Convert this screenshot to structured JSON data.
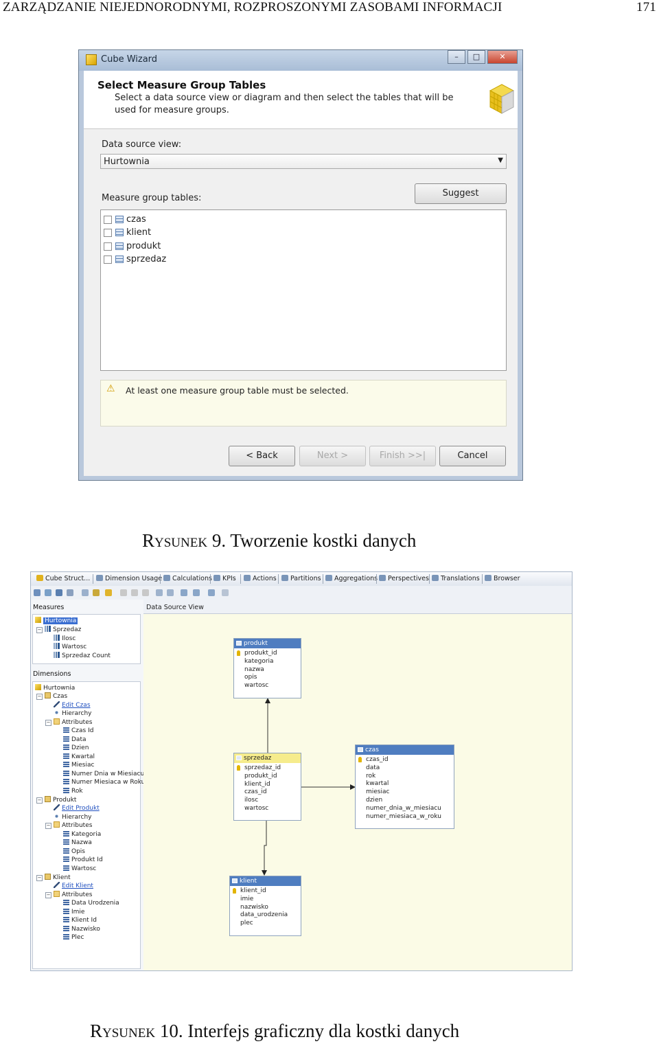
{
  "page": {
    "header_title": "ZARZĄDZANIE NIEJEDNORODNYMI, ROZPROSZONYMI ZASOBAMI INFORMACJI",
    "page_number": "171"
  },
  "figure9": {
    "caption_label": "Rysunek 9.",
    "caption_text": "Tworzenie kostki danych",
    "window_title": "Cube Wizard",
    "window_controls": {
      "minimize": "–",
      "maximize": "□",
      "close": "✕"
    },
    "heading": "Select Measure Group Tables",
    "description": "Select a data source view or diagram and then select the tables that will be used for measure groups.",
    "data_source_view_label": "Data source view:",
    "data_source_view_value": "Hurtownia",
    "measure_group_tables_label": "Measure group tables:",
    "suggest_button": "Suggest",
    "tables": [
      "czas",
      "klient",
      "produkt",
      "sprzedaz"
    ],
    "warning": "At least one measure group table must be selected.",
    "buttons": {
      "back": "< Back",
      "next": "Next >",
      "finish": "Finish >>|",
      "cancel": "Cancel"
    }
  },
  "figure10": {
    "caption_label": "Rysunek 10.",
    "caption_text": "Interfejs graficzny dla kostki danych",
    "tabs": [
      "Cube Struct...",
      "Dimension Usage",
      "Calculations",
      "KPIs",
      "Actions",
      "Partitions",
      "Aggregations",
      "Perspectives",
      "Translations",
      "Browser"
    ],
    "measures_header": "Measures",
    "data_source_view_header": "Data Source View",
    "measures_tree": {
      "root": "Hurtownia",
      "group": "Sprzedaz",
      "items": [
        "Ilosc",
        "Wartosc",
        "Sprzedaz Count"
      ]
    },
    "dimensions_header": "Dimensions",
    "dimensions_tree": {
      "root": "Hurtownia",
      "czas": {
        "name": "Czas",
        "edit": "Edit Czas",
        "hierarchy": "Hierarchy",
        "attributes": "Attributes",
        "attrs": [
          "Czas Id",
          "Data",
          "Dzien",
          "Kwartal",
          "Miesiac",
          "Numer Dnia w Miesiacu",
          "Numer Miesiaca w Roku",
          "Rok"
        ]
      },
      "produkt": {
        "name": "Produkt",
        "edit": "Edit Produkt",
        "hierarchy": "Hierarchy",
        "attributes": "Attributes",
        "attrs": [
          "Kategoria",
          "Nazwa",
          "Opis",
          "Produkt Id",
          "Wartosc"
        ]
      },
      "klient": {
        "name": "Klient",
        "edit": "Edit Klient",
        "attributes": "Attributes",
        "attrs": [
          "Data Urodzenia",
          "Imie",
          "Klient Id",
          "Nazwisko",
          "Plec"
        ]
      }
    },
    "diagram_tables": {
      "produkt": {
        "name": "produkt",
        "key": "produkt_id",
        "cols": [
          "kategoria",
          "nazwa",
          "opis",
          "wartosc"
        ]
      },
      "sprzedaz": {
        "name": "sprzedaz",
        "key": "sprzedaz_id",
        "cols": [
          "produkt_id",
          "klient_id",
          "czas_id",
          "ilosc",
          "wartosc"
        ]
      },
      "czas": {
        "name": "czas",
        "key": "czas_id",
        "cols": [
          "data",
          "rok",
          "kwartal",
          "miesiac",
          "dzien",
          "numer_dnia_w_miesiacu",
          "numer_miesiaca_w_roku"
        ]
      },
      "klient": {
        "name": "klient",
        "key": "klient_id",
        "cols": [
          "imie",
          "nazwisko",
          "data_urodzenia",
          "plec"
        ]
      }
    }
  }
}
